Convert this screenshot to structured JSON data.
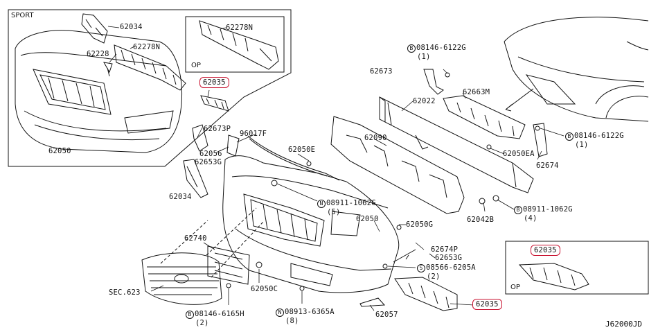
{
  "diagram_id": "J62000JD",
  "insets": {
    "sport": "SPORT",
    "op_top": "OP",
    "op_bottom": "OP"
  },
  "parts": {
    "p62034_sport": "62034",
    "p62228": "62228",
    "p62278N_sport": "62278N",
    "p62278N_op": "62278N",
    "p62035_top": "62035",
    "p62050_sport": "62050",
    "p62673P": "62673P",
    "p62056": "62056",
    "p62653G_left": "62653G",
    "p62034_left": "62034",
    "p96017F": "96017F",
    "p62050E": "62050E",
    "p62090": "62090",
    "p62022": "62022",
    "p62673": "62673",
    "p62663M": "62663M",
    "p62050EA": "62050EA",
    "p62674": "62674",
    "p62042B": "62042B",
    "p62050": "62050",
    "p62050G": "62050G",
    "p62674P": "62674P",
    "p62653G_right": "62653G",
    "p62740": "62740",
    "sec623": "SEC.623",
    "p62050C": "62050C",
    "p62057": "62057",
    "p62035_bottom": "62035",
    "p62035_op": "62035"
  },
  "fasteners": {
    "b_08146_6122G_top": {
      "mark": "B",
      "code": "08146-6122G",
      "qty": "(1)"
    },
    "b_08146_6122G_right": {
      "mark": "B",
      "code": "08146-6122G",
      "qty": "(1)"
    },
    "n_08911_1062G_mid": {
      "mark": "N",
      "code": "08911-1062G",
      "qty": "(5)"
    },
    "b_08911_1062G_right": {
      "mark": "B",
      "code": "08911-1062G",
      "qty": "(4)"
    },
    "s_08566_6205A": {
      "mark": "S",
      "code": "08566-6205A",
      "qty": "(2)"
    },
    "b_08146_6165H": {
      "mark": "B",
      "code": "08146-6165H",
      "qty": "(2)"
    },
    "n_08913_6365A": {
      "mark": "N",
      "code": "08913-6365A",
      "qty": "(8)"
    }
  },
  "colors": {
    "line": "#111111",
    "highlight": "#c8102e"
  }
}
